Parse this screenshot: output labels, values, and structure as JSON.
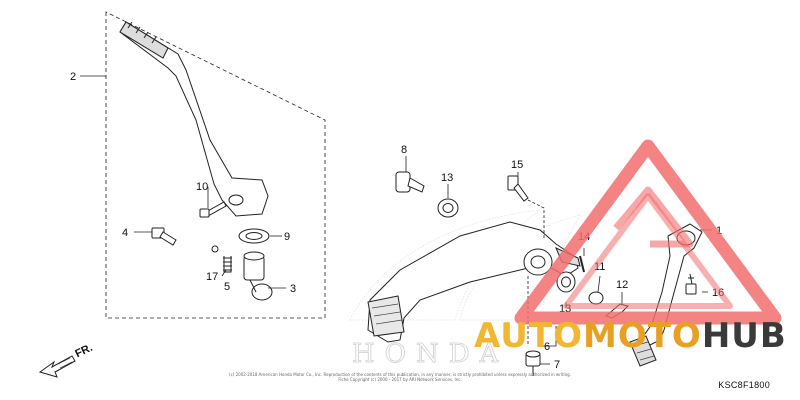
{
  "diagram": {
    "callouts": {
      "p1": "1",
      "p2": "2",
      "p3": "3",
      "p4": "4",
      "p5": "5",
      "p6": "6",
      "p7": "7",
      "p8": "8",
      "p9": "9",
      "p10": "10",
      "p11": "11",
      "p12": "12",
      "p13a": "13",
      "p13b": "13",
      "p14": "14",
      "p15": "15",
      "p16": "16",
      "p17": "17"
    },
    "direction_label": "FR.",
    "brand_watermark": "HONDA",
    "copyright_line1": "(c) 2002-2018 American Honda Motor Co., Inc. Reproduction of the contents of this publication, in any manner, is strictly prohibited unless expressly authorized in writing.",
    "copyright_line2": "Fiche Copyright (c) 2000 - 2017 by ARI Network Services, Inc.",
    "diagram_code": "KSC8F1800"
  },
  "watermark": {
    "auto": "AUTO",
    "moto": "MOTO",
    "hub": "HUB",
    "colors": {
      "triangle": "#f26d6d",
      "auto": "#f2b632",
      "moto": "#e8a024",
      "hub": "#3a3a3a"
    }
  }
}
